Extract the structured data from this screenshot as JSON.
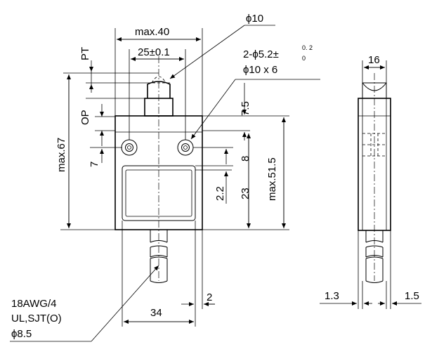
{
  "front_view": {
    "dim_width_max": "max.40",
    "dim_pitch": "25±0.1",
    "dim_pt": "PT",
    "dim_op": "OP",
    "dim_7": "7",
    "dim_height_max": "max.67",
    "dim_7_5": "7.5",
    "dim_8": "8",
    "dim_2_2": "2.2",
    "dim_23": "23",
    "dim_body_max": "max.51.5",
    "dim_34": "34",
    "dim_2": "2"
  },
  "callouts": {
    "plunger_dia": "ϕ10",
    "mount_holes_line1_prefix": "2-ϕ5.2",
    "mount_holes_tol_sign": "±",
    "mount_holes_tol_upper": "0. 2",
    "mount_holes_tol_lower": "0",
    "mount_holes_line2": "ϕ10 x 6",
    "cable_line1": "18AWG/4",
    "cable_line2": "UL,SJT(O)",
    "cable_line3": "ϕ8.5"
  },
  "side_view": {
    "dim_16": "16",
    "dim_1_3": "1.3",
    "dim_1_5": "1.5"
  }
}
